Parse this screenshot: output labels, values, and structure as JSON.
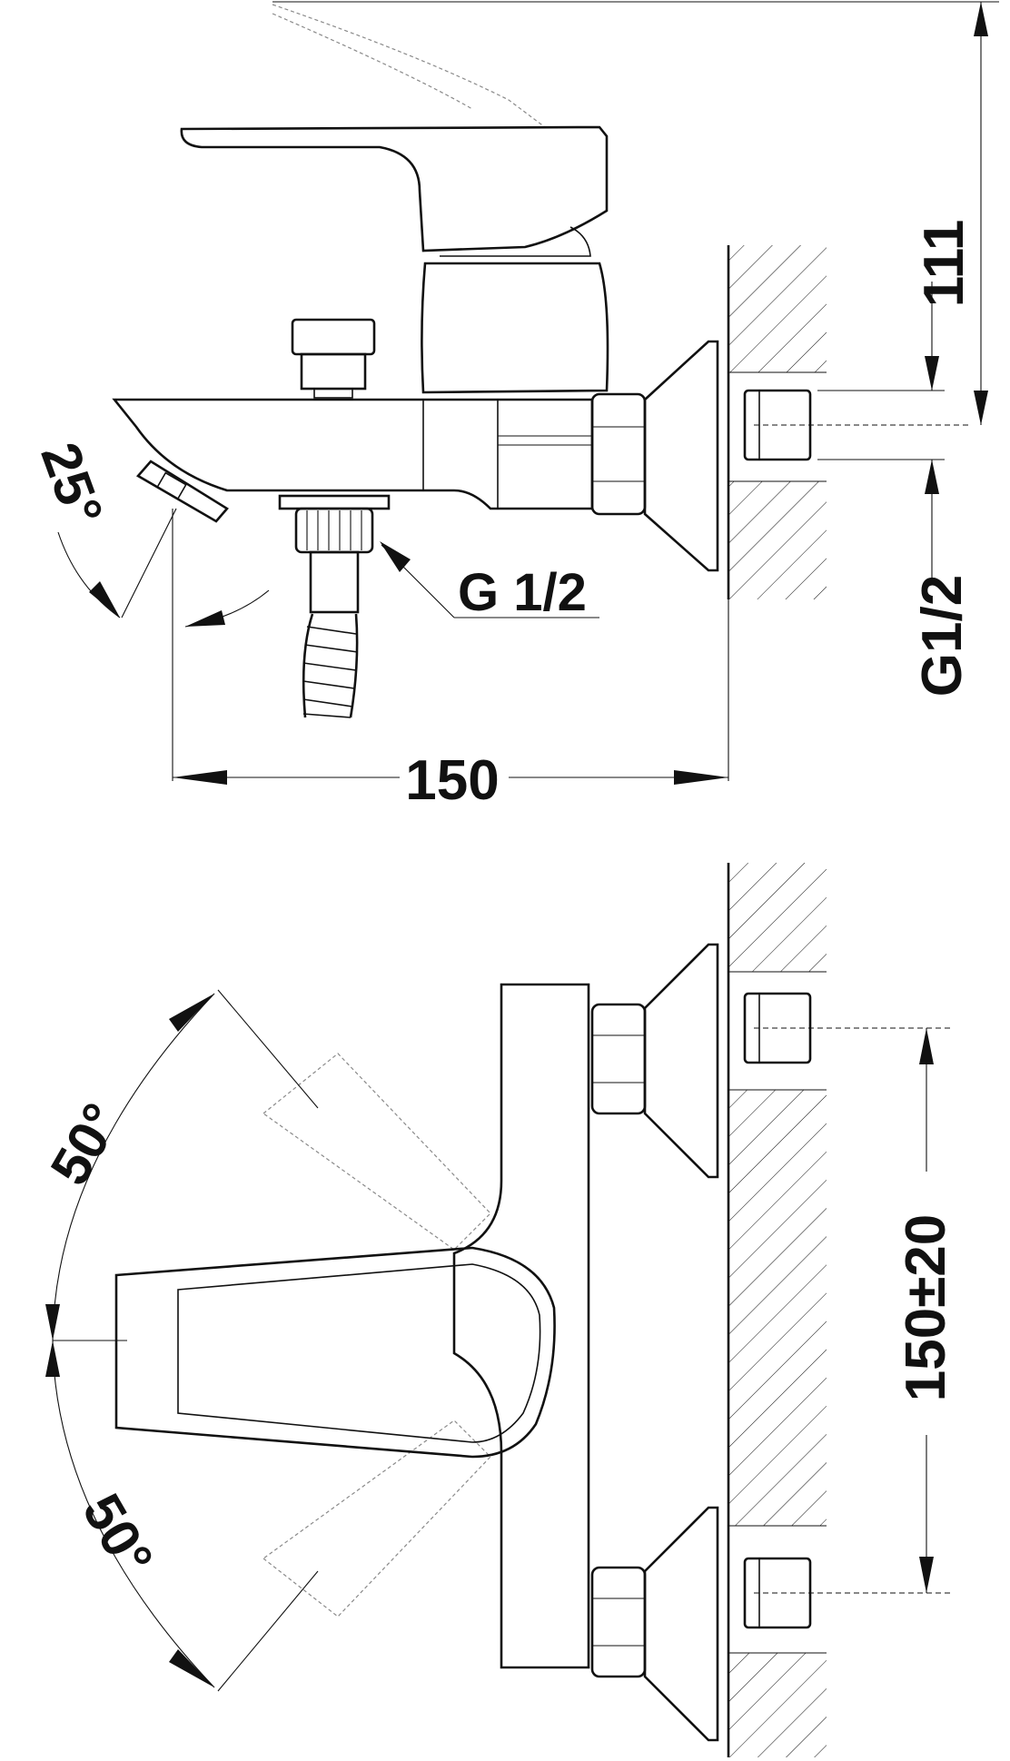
{
  "labels": {
    "height_dim": "111",
    "angle_top": "25°",
    "inlet_thread_side": "G 1/2",
    "inlet_thread_wall": "G1/2",
    "width_dim": "150",
    "swing_upper": "50°",
    "swing_lower": "50°",
    "center_distance": "150±20"
  },
  "colors": {
    "line": "#111111",
    "ghost": "#8a8a8a",
    "background": "#ffffff"
  }
}
